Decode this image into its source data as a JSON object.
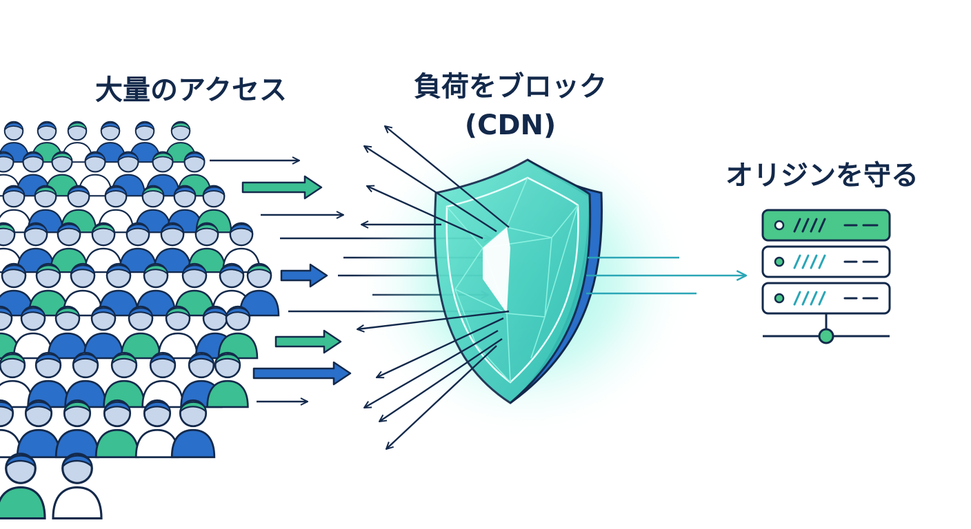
{
  "labels": {
    "crowd": "大量のアクセス",
    "cdn_line1": "負荷をブロック",
    "cdn_line2": "(CDN)",
    "origin": "オリジンを守る"
  },
  "icons": {
    "crowd": "people-crowd-icon",
    "cdn": "shield-icon",
    "origin": "server-rack-icon"
  },
  "colors": {
    "navy": "#13294b",
    "blue": "#2a6fc9",
    "green": "#3cbf92",
    "teal": "#2fd3bf",
    "server_green": "#4ac78a"
  }
}
